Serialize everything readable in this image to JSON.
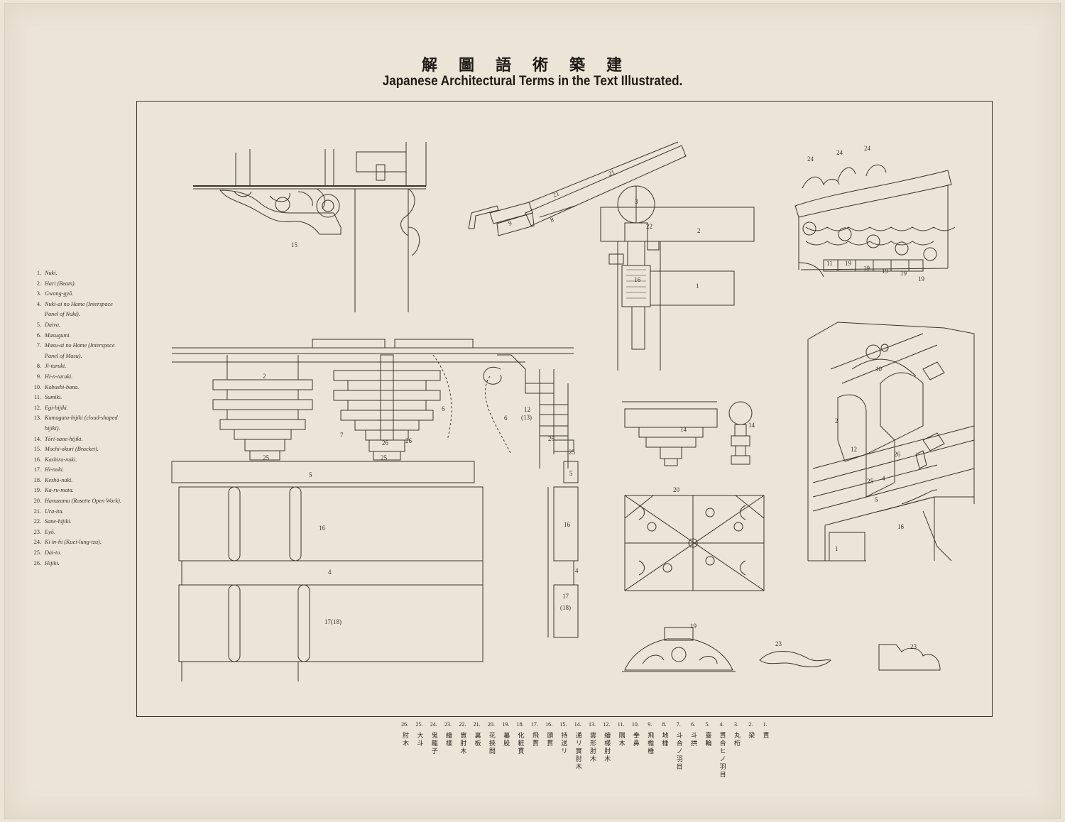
{
  "title": {
    "japanese": "解圖語術築建",
    "english": "Japanese Architectural Terms in the Text Illustrated."
  },
  "legend_en": [
    {
      "num": "1.",
      "text": "Nuki."
    },
    {
      "num": "2.",
      "text": "Hari (Beam)."
    },
    {
      "num": "3.",
      "text": "Gwang-gyō."
    },
    {
      "num": "4.",
      "text": "Nuki-ai no Hame (Interspace"
    },
    {
      "num": "",
      "text": "Panel of Nuki)."
    },
    {
      "num": "5.",
      "text": "Daiva."
    },
    {
      "num": "6.",
      "text": "Masugumi."
    },
    {
      "num": "7.",
      "text": "Masu-ai no Hame (Interspace"
    },
    {
      "num": "",
      "text": "Panel of Masu)."
    },
    {
      "num": "8.",
      "text": "Ji-taruki."
    },
    {
      "num": "9.",
      "text": "Hi-n-taruki."
    },
    {
      "num": "10.",
      "text": "Kobushi-bana."
    },
    {
      "num": "11.",
      "text": "Sumiki."
    },
    {
      "num": "12.",
      "text": "Egi-hijiki."
    },
    {
      "num": "13.",
      "text": "Kumogata-hijiki (cloud-shaped"
    },
    {
      "num": "",
      "text": "hijiki)."
    },
    {
      "num": "14.",
      "text": "Tōri-sane-hijiki."
    },
    {
      "num": "15.",
      "text": "Mochi-okuri (Bracket)."
    },
    {
      "num": "16.",
      "text": "Kashira-nuki."
    },
    {
      "num": "17.",
      "text": "Hi-nuki."
    },
    {
      "num": "18.",
      "text": "Keshō-nuki."
    },
    {
      "num": "19.",
      "text": "Ka-ru-mata."
    },
    {
      "num": "20.",
      "text": "Hanazama (Rosette Open Work)."
    },
    {
      "num": "21.",
      "text": "Ura-ita."
    },
    {
      "num": "22.",
      "text": "Sane-hijiki."
    },
    {
      "num": "23.",
      "text": "Eyō."
    },
    {
      "num": "24.",
      "text": "Ki in-hi (Kuei-lung-tzu)."
    },
    {
      "num": "25.",
      "text": "Dai-to."
    },
    {
      "num": "26.",
      "text": "Hijiki."
    }
  ],
  "legend_jp": [
    {
      "num": "1.",
      "text": "貫"
    },
    {
      "num": "2.",
      "text": "梁"
    },
    {
      "num": "3.",
      "text": "丸桁"
    },
    {
      "num": "4.",
      "text": "貫合ヒノ羽目"
    },
    {
      "num": "5.",
      "text": "臺輪"
    },
    {
      "num": "6.",
      "text": "斗拱"
    },
    {
      "num": "7.",
      "text": "斗合ノ羽目"
    },
    {
      "num": "8.",
      "text": "地棰"
    },
    {
      "num": "9.",
      "text": "飛檐棰"
    },
    {
      "num": "10.",
      "text": "拳鼻"
    },
    {
      "num": "11.",
      "text": "隅木"
    },
    {
      "num": "12.",
      "text": "繪様肘木"
    },
    {
      "num": "13.",
      "text": "雲形肘木"
    },
    {
      "num": "14.",
      "text": "通リ實肘木"
    },
    {
      "num": "15.",
      "text": "持送リ"
    },
    {
      "num": "16.",
      "text": "頭貫"
    },
    {
      "num": "17.",
      "text": "飛貫"
    },
    {
      "num": "18.",
      "text": "化粧貫"
    },
    {
      "num": "19.",
      "text": "蟇股"
    },
    {
      "num": "20.",
      "text": "花挾間"
    },
    {
      "num": "21.",
      "text": "裏板"
    },
    {
      "num": "22.",
      "text": "實肘木"
    },
    {
      "num": "23.",
      "text": "繪樣"
    },
    {
      "num": "24.",
      "text": "鬼龍子"
    },
    {
      "num": "25.",
      "text": "大斗"
    },
    {
      "num": "26.",
      "text": "肘木"
    }
  ],
  "diagram_labels": {
    "bracket": "15",
    "ura_ita_a": "21",
    "ura_ita_b": "21",
    "rafter_a": "9",
    "rafter_b": "8",
    "purlin": "3",
    "sane": "22",
    "beam": "2",
    "kashira": "16",
    "nuki": "1",
    "roof_24a": "24",
    "roof_24b": "24",
    "roof_24c": "24",
    "roof_11": "11",
    "roof_19": "19",
    "elev_2": "2",
    "elev_7": "7",
    "elev_6a": "6",
    "elev_6b": "6",
    "elev_26a": "26",
    "elev_26b": "26",
    "elev_26c": "26",
    "elev_25a": "25",
    "elev_25b": "25",
    "elev_25c": "25",
    "elev_12": "12",
    "elev_13": "(13)",
    "elev_5a": "5",
    "elev_5b": "5",
    "elev_16a": "16",
    "elev_16b": "16",
    "elev_4a": "4",
    "elev_4b": "4",
    "elev_1718a": "17(18)",
    "elev_17": "17",
    "elev_18": "(18)",
    "hijiki_14a": "14",
    "hijiki_14b": "14",
    "rosette_20": "20",
    "kaeru_19": "19",
    "eyo_23a": "23",
    "eyo_23b": "23",
    "iso_10": "10",
    "iso_2": "2",
    "iso_12": "12",
    "iso_26": "26",
    "iso_25": "25",
    "iso_4": "4",
    "iso_5": "5",
    "iso_16": "16",
    "iso_1": "1"
  },
  "colors": {
    "paper": "#ece4d7",
    "ink": "#3a332b"
  }
}
